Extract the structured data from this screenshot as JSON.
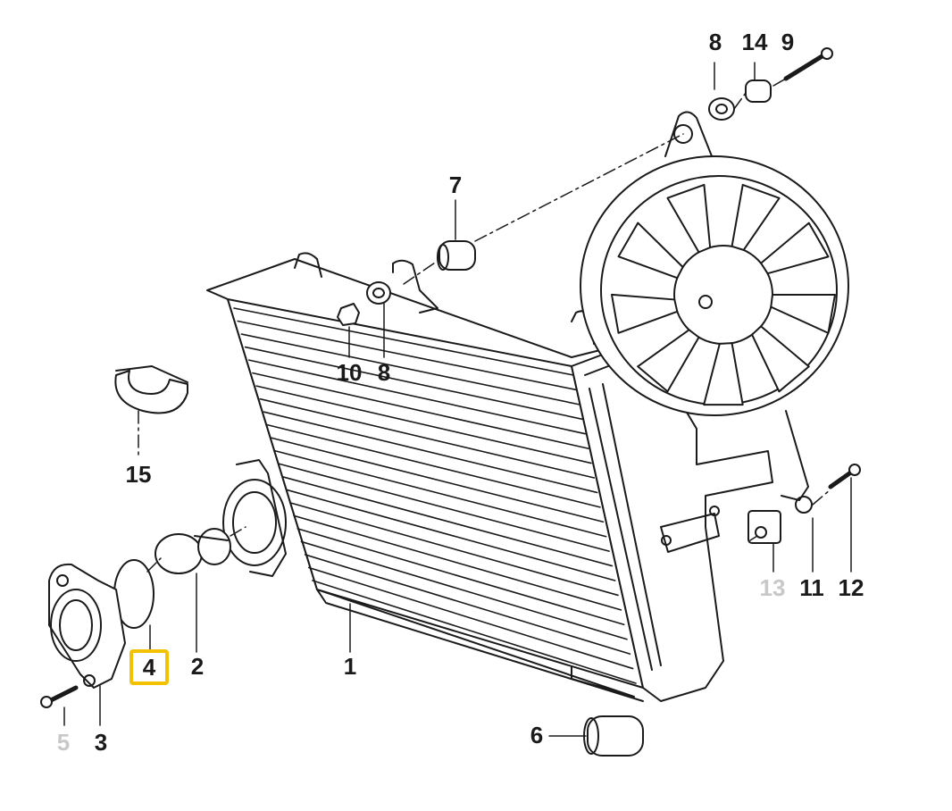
{
  "colors": {
    "line": "#1a1a1a",
    "muted_label": "#c8c8c8",
    "highlight_border": "#f2c200"
  },
  "diagram": {
    "parts": [
      {
        "id": "p8a",
        "text": "8",
        "state": "normal"
      },
      {
        "id": "p14",
        "text": "14",
        "state": "normal"
      },
      {
        "id": "p9",
        "text": "9",
        "state": "normal"
      },
      {
        "id": "p7",
        "text": "7",
        "state": "normal"
      },
      {
        "id": "p10",
        "text": "10",
        "state": "normal"
      },
      {
        "id": "p8b",
        "text": "8",
        "state": "normal"
      },
      {
        "id": "p15",
        "text": "15",
        "state": "normal"
      },
      {
        "id": "p13",
        "text": "13",
        "state": "muted"
      },
      {
        "id": "p11",
        "text": "11",
        "state": "normal"
      },
      {
        "id": "p12",
        "text": "12",
        "state": "normal"
      },
      {
        "id": "p4",
        "text": "4",
        "state": "highlighted"
      },
      {
        "id": "p2",
        "text": "2",
        "state": "normal"
      },
      {
        "id": "p1",
        "text": "1",
        "state": "normal"
      },
      {
        "id": "p5",
        "text": "5",
        "state": "muted"
      },
      {
        "id": "p3",
        "text": "3",
        "state": "normal"
      },
      {
        "id": "p6",
        "text": "6",
        "state": "normal"
      }
    ]
  }
}
